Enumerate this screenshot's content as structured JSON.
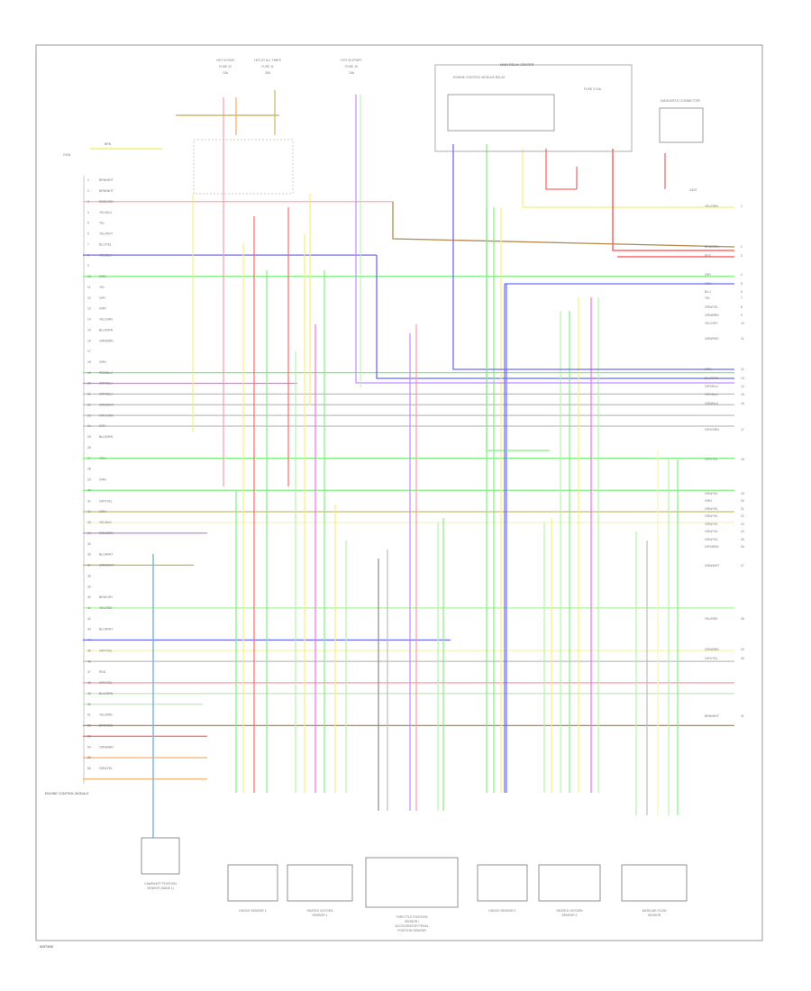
{
  "diagram": {
    "title": "",
    "footer_code": "W37469",
    "ecm_label": "ENGINE CONTROL MODULE",
    "ecm_pins_label": "",
    "left_pins": [
      {
        "pin": "1",
        "wire": "BRN/WHT"
      },
      {
        "pin": "2",
        "wire": "BRN/WHT"
      },
      {
        "pin": "3",
        "wire": "RED/GRN"
      },
      {
        "pin": "4",
        "wire": "YEL/BLU"
      },
      {
        "pin": "5",
        "wire": "YEL"
      },
      {
        "pin": "6",
        "wire": "YEL/WHT"
      },
      {
        "pin": "7",
        "wire": "BLU/YEL"
      },
      {
        "pin": "8",
        "wire": "YEL/BLK"
      },
      {
        "pin": "9",
        "wire": ""
      },
      {
        "pin": "10",
        "wire": "GRN"
      },
      {
        "pin": "11",
        "wire": "YEL"
      },
      {
        "pin": "12",
        "wire": "GRY"
      },
      {
        "pin": "13",
        "wire": "GRN"
      },
      {
        "pin": "14",
        "wire": "YEL/GRN"
      },
      {
        "pin": "15",
        "wire": "BLU/GRN"
      },
      {
        "pin": "16",
        "wire": "GRN/BRN"
      },
      {
        "pin": "17",
        "wire": ""
      },
      {
        "pin": "18",
        "wire": "GRN"
      },
      {
        "pin": "19",
        "wire": "RED/BLU"
      },
      {
        "pin": "20",
        "wire": "GRY/BLU"
      },
      {
        "pin": "21",
        "wire": "GRY/BLU"
      },
      {
        "pin": "22",
        "wire": "GRN/WHT"
      },
      {
        "pin": "23",
        "wire": "GRY/GRN"
      },
      {
        "pin": "24",
        "wire": "GRY"
      },
      {
        "pin": "25",
        "wire": "BLU/GRN"
      },
      {
        "pin": "26",
        "wire": ""
      },
      {
        "pin": "27",
        "wire": "GRN"
      },
      {
        "pin": "28",
        "wire": ""
      },
      {
        "pin": "29",
        "wire": "GRN"
      },
      {
        "pin": "30",
        "wire": ""
      },
      {
        "pin": "31",
        "wire": "GRY/YEL"
      },
      {
        "pin": "32",
        "wire": "GRN"
      },
      {
        "pin": "33",
        "wire": "YEL/BLK"
      },
      {
        "pin": "34",
        "wire": "GRN/BRN"
      },
      {
        "pin": "35",
        "wire": ""
      },
      {
        "pin": "36",
        "wire": "BLU/WHT"
      },
      {
        "pin": "37",
        "wire": "GRN/WHT"
      },
      {
        "pin": "38",
        "wire": ""
      },
      {
        "pin": "39",
        "wire": ""
      },
      {
        "pin": "40",
        "wire": "BRN/GRY"
      },
      {
        "pin": "41",
        "wire": "YEL/RED"
      },
      {
        "pin": "42",
        "wire": ""
      },
      {
        "pin": "43",
        "wire": "BLU/WHT"
      },
      {
        "pin": "44",
        "wire": ""
      },
      {
        "pin": "45",
        "wire": "GRY/YEL"
      },
      {
        "pin": "46",
        "wire": ""
      },
      {
        "pin": "47",
        "wire": "RED"
      },
      {
        "pin": "48",
        "wire": "GRY/YEL"
      },
      {
        "pin": "49",
        "wire": "BLU/GRN"
      },
      {
        "pin": "50",
        "wire": ""
      },
      {
        "pin": "51",
        "wire": "YEL/BRN"
      },
      {
        "pin": "52",
        "wire": "BRN/RED"
      },
      {
        "pin": "53",
        "wire": ""
      },
      {
        "pin": "54",
        "wire": "ORN/BRN"
      },
      {
        "pin": "55",
        "wire": ""
      },
      {
        "pin": "56",
        "wire": "ORN/YEL"
      }
    ],
    "right_labels": [
      {
        "text": "YEL/GRN",
        "num": "1"
      },
      {
        "text": "BRN/GRN",
        "num": "2"
      },
      {
        "text": "RED",
        "num": "3"
      },
      {
        "text": "GRY",
        "num": "4"
      },
      {
        "text": "GRN",
        "num": "5"
      },
      {
        "text": "BLU",
        "num": "6"
      },
      {
        "text": "YEL",
        "num": "7"
      },
      {
        "text": "GRN/YEL",
        "num": "8"
      },
      {
        "text": "GRN/BRN",
        "num": "9"
      },
      {
        "text": "YEL/GRY",
        "num": "10"
      },
      {
        "text": "GRN/RED",
        "num": "11"
      },
      {
        "text": "GRN",
        "num": "12"
      },
      {
        "text": "BLU/GRN",
        "num": "13"
      },
      {
        "text": "GRY/BLU",
        "num": "14"
      },
      {
        "text": "GRY/BLU",
        "num": "15"
      },
      {
        "text": "GRN/BLU",
        "num": "16"
      },
      {
        "text": "GRY/GRN",
        "num": "17"
      },
      {
        "text": "GRY/YEL",
        "num": "18"
      },
      {
        "text": "GRN/YEL",
        "num": "19"
      },
      {
        "text": "GRN",
        "num": "20"
      },
      {
        "text": "GRN/YEL",
        "num": "21"
      },
      {
        "text": "GRN/YEL",
        "num": "22"
      },
      {
        "text": "GRN/YEL",
        "num": "23"
      },
      {
        "text": "GRN/YEL",
        "num": "24"
      },
      {
        "text": "GRN/YEL",
        "num": "25"
      },
      {
        "text": "GRY/BRN",
        "num": "26"
      },
      {
        "text": "GRN/WHT",
        "num": "27"
      },
      {
        "text": "YEL/RED",
        "num": "28"
      },
      {
        "text": "GRN/BRN",
        "num": "29"
      },
      {
        "text": "GRY/YEL",
        "num": "30"
      },
      {
        "text": "BRN/WHT",
        "num": "31"
      }
    ],
    "top_fuses": [
      {
        "label": "HOT IN RUN",
        "sub": "FUSE 22",
        "amp": "10A"
      },
      {
        "label": "HOT AT ALL TIMES",
        "sub": "FUSE 11",
        "amp": "30A"
      },
      {
        "label": "HOT IN START",
        "sub": "FUSE 19",
        "amp": "10A"
      }
    ],
    "relay_box_title": "MAIN RELAY CENTER",
    "relay_label": "ENGINE CONTROL MODULE RELAY",
    "relay_fuse": "FUSE 3 10A",
    "ground_label": "G106",
    "ground_label_2": "G102",
    "diag_conn_label": "DIAGNOSTIC CONNECTOR",
    "left_ground_wire": "BRN",
    "bottom_components": [
      {
        "label": "CAMSHAFT POSITION SENSOR (BANK 1)"
      },
      {
        "label": "KNOCK SENSOR 1"
      },
      {
        "label": "HEATED OXYGEN SENSOR 1"
      },
      {
        "label": "THROTTLE POSITION SENSOR / ACCELERATOR PEDAL POSITION SENSOR"
      },
      {
        "label": "KNOCK SENSOR 2"
      },
      {
        "label": "HEATED OXYGEN SENSOR 2"
      },
      {
        "label": "MASS AIR FLOW SENSOR"
      }
    ],
    "colors": {
      "frame": "#9a9a9a",
      "red": "#ff6a6a",
      "pink": "#ff9aa8",
      "yellow": "#f4f07a",
      "paleyel": "#f8f3b8",
      "green": "#7ef07e",
      "ltgreen": "#b6f2a8",
      "blue": "#6a6aff",
      "ltblue": "#7ab4ff",
      "violet": "#c58cff",
      "magenta": "#ff66ff",
      "orange": "#f7b06a",
      "brown": "#b3884a",
      "olive": "#c8bc72",
      "gray": "#bdbdbd",
      "dkgray": "#8a8a8a",
      "black": "#555555"
    }
  }
}
